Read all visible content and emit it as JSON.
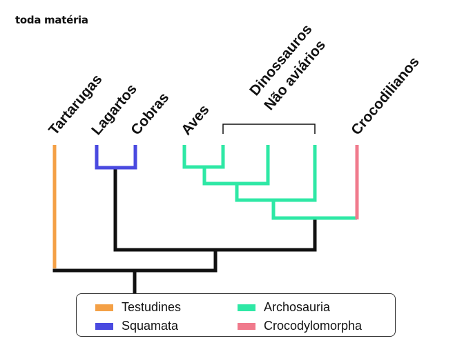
{
  "brand": "toda matéria",
  "taxa": [
    "Tartarugas",
    "Lagartos",
    "Cobras",
    "Aves",
    "Dinossauros",
    "Não aviários",
    "Crocodilianos"
  ],
  "legend": [
    {
      "label": "Testudines",
      "color": "#f4a046"
    },
    {
      "label": "Squamata",
      "color": "#4a4ae0"
    },
    {
      "label": "Archosauria",
      "color": "#2ee8a5"
    },
    {
      "label": "Crocodylomorpha",
      "color": "#f07a8c"
    }
  ],
  "colors": {
    "tree": "#111111"
  }
}
